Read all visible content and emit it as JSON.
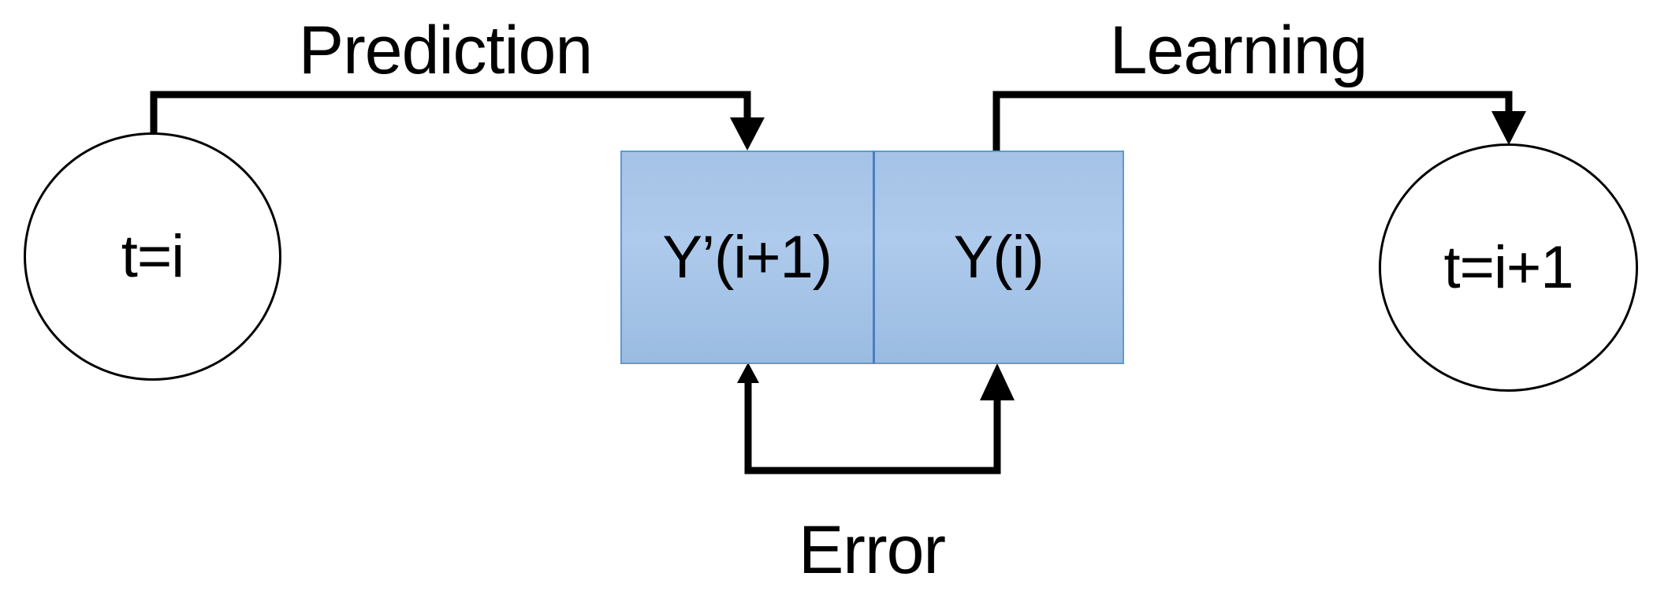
{
  "diagram": {
    "title": "Prediction-learning cycle diagram",
    "nodes": {
      "state_t_i": {
        "label": "t=i"
      },
      "state_t_i_plus_1": {
        "label": "t=i+1"
      },
      "predicted_output_box": {
        "label": "Y’(i+1)"
      },
      "actual_output_box": {
        "label": "Y(i)"
      }
    },
    "edges": {
      "prediction": {
        "label": "Prediction"
      },
      "learning": {
        "label": "Learning"
      },
      "error": {
        "label": "Error"
      }
    }
  },
  "colors": {
    "box_fill_top": "#a5c3e7",
    "box_fill_mid": "#aecaec",
    "box_fill_bottom": "#9abce1",
    "box_border": "#5b9bd5",
    "box_divider": "#4a7ec0",
    "stroke": "#000000",
    "node_fill": "#ffffff",
    "background": "#ffffff",
    "text": "#000000"
  }
}
